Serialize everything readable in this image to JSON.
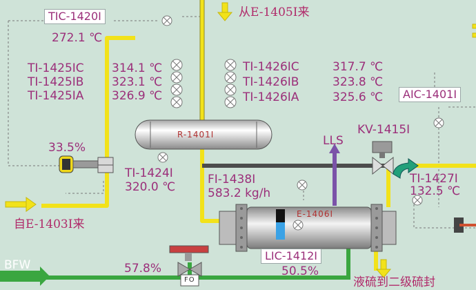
{
  "tags": {
    "tic_1420": "TIC-1420I",
    "aic_1401": "AIC-1401I",
    "lic_1412": "LIC-1412I"
  },
  "values": {
    "tic_1420": "272.1 ℃",
    "tic_1420_out": "33.5%",
    "bfw_valve": "57.8%",
    "lic_1412": "50.5%"
  },
  "ti_left": [
    {
      "tag": "TI-1425IC",
      "value": "314.1 ℃"
    },
    {
      "tag": "TI-1425IB",
      "value": "323.1 ℃"
    },
    {
      "tag": "TI-1425IA",
      "value": "326.9 ℃"
    }
  ],
  "ti_right": [
    {
      "tag": "TI-1426IC",
      "value": "317.7 ℃"
    },
    {
      "tag": "TI-1426IB",
      "value": "323.8 ℃"
    },
    {
      "tag": "TI-1426IA",
      "value": "325.6 ℃"
    }
  ],
  "ti_1424": {
    "tag": "TI-1424I",
    "value": "320.0 ℃"
  },
  "ti_1427": {
    "tag": "TI-1427I",
    "value": "132.5 ℃"
  },
  "fi_1438": {
    "tag": "FI-1438I",
    "value": "583.2 kg/h"
  },
  "kv_1415": "KV-1415I",
  "lls": "LLS",
  "bfw": "BFW",
  "from_e1405": "从E-1405I来",
  "from_e1403": "自E-1403I来",
  "liquid_sulfur": "液硫到二级硫封",
  "reactor": "R-1401I",
  "exchanger": "E-1406I",
  "valve_fo": "FO",
  "colors": {
    "background": "#cfe3d8",
    "process_line": "#f2e21a",
    "green_line": "#3aa640",
    "gray_line": "#4c4c4c",
    "purple_line": "#7b52a8",
    "tag_text": "#9b2f7a"
  }
}
